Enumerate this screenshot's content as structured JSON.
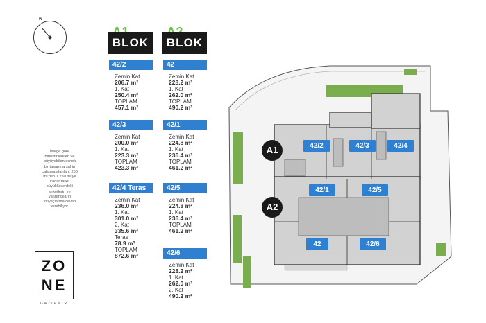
{
  "compass": {
    "north": "N"
  },
  "blocks": {
    "a1": {
      "code": "A1",
      "name": "BLOK"
    },
    "a2": {
      "code": "A2",
      "name": "BLOK"
    }
  },
  "units": [
    {
      "id": "42/2",
      "lines": [
        "Zemin Kat",
        "206.7 m²",
        "1. Kat",
        "250.4 m²",
        "TOPLAM",
        "457.1 m²"
      ]
    },
    {
      "id": "42/3",
      "lines": [
        "Zemin Kat",
        "200.0 m²",
        "1. Kat",
        "223.3 m²",
        "TOPLAM",
        "423.3 m²"
      ]
    },
    {
      "id": "42/4 Teras",
      "lines": [
        "Zemin Kat",
        "236.0 m²",
        "1. Kat",
        "301.0 m²",
        "2. Kat",
        "335.6 m²",
        "Teras",
        "78.9 m²",
        "TOPLAM",
        "872.6 m²"
      ]
    },
    {
      "id": "42",
      "lines": [
        "Zemin Kat",
        "228.2 m²",
        "1. Kat",
        "262.0 m²",
        "TOPLAM",
        "490.2 m²"
      ]
    },
    {
      "id": "42/1",
      "lines": [
        "Zemin Kat",
        "224.8 m²",
        "1. Kat",
        "236.4 m²",
        "TOPLAM",
        "461.2 m²"
      ]
    },
    {
      "id": "42/5",
      "lines": [
        "Zemin Kat",
        "224.8 m²",
        "1. Kat",
        "236.4 m²",
        "TOPLAM",
        "461.2 m²"
      ]
    },
    {
      "id": "42/6",
      "lines": [
        "Zemin Kat",
        "228.2 m²",
        "1. Kat",
        "262.0 m²",
        "2. Kat",
        "490.2 m²"
      ]
    }
  ],
  "side_note": "İsteğe göre birleştirilebilen ve büyüyebilen esnek bir tasarıma sahip çalışma alanları, 250 m²'den 1.250 m²'ye kadar farklı büyüklüklerdeki şirketlerin ve yatırımcıların ihtiyaçlarına cevap verebiliyor.",
  "brand": {
    "logo_top": "ZO",
    "logo_bottom": "NE",
    "sub": "GAZIEMIR"
  },
  "plan": {
    "block_a1": "A1",
    "block_a2": "A2",
    "units": [
      "42/2",
      "42/3",
      "42/4",
      "42/1",
      "42/5",
      "42",
      "42/6"
    ]
  },
  "colors": {
    "accent": "#2f80d1",
    "green": "#6cc24a",
    "dark": "#1a1a1a"
  }
}
